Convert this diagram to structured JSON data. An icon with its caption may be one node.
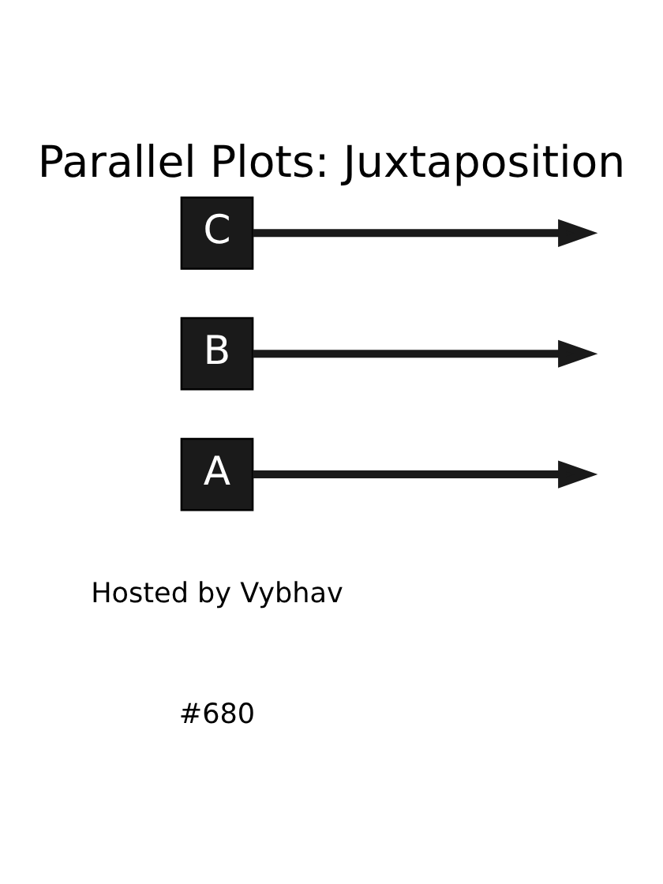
{
  "diagram": {
    "title": "Parallel Plots: Juxtaposition",
    "nodes": [
      {
        "text": [
          "A"
        ]
      },
      {
        "text": [
          "B"
        ]
      },
      {
        "text": [
          "C"
        ]
      }
    ],
    "edges": [
      {
        "from": 0,
        "to": null,
        "arrow": "to"
      },
      {
        "from": 1,
        "to": null,
        "arrow": "to"
      },
      {
        "from": 2,
        "to": null,
        "arrow": "to"
      }
    ],
    "labels": [
      "#680",
      "Hosted by Vybhav"
    ]
  }
}
